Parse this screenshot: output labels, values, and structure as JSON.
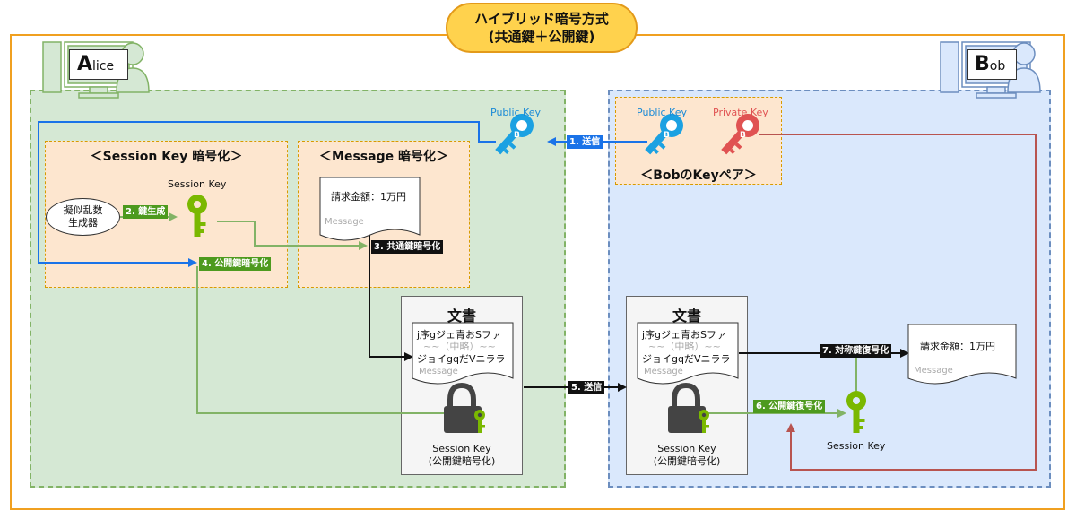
{
  "title": {
    "line1": "ハイブリッド暗号方式",
    "line2": "(共通鍵＋公開鍵)"
  },
  "actors": {
    "alice": {
      "initial": "A",
      "rest": "lice"
    },
    "bob": {
      "initial": "B",
      "rest": "ob"
    }
  },
  "boxes": {
    "session_key_encryption": "＜Session Key 暗号化＞",
    "message_encryption": "＜Message 暗号化＞",
    "bob_key_pair": "＜BobのKeyペア＞"
  },
  "labels": {
    "public_key_alice": "Public Key",
    "public_key_bob": "Public Key",
    "private_key": "Private Key",
    "session_key_top": "Session Key",
    "prng_line1": "擬似乱数",
    "prng_line2": "生成器",
    "session_key_bob": "Session Key",
    "locked_key_line1": "Session Key",
    "locked_key_line2": "(公開鍵暗号化)",
    "key_badge": "B"
  },
  "documents": {
    "plain_text": "請求金額：1万円",
    "message_caption": "Message",
    "doc_title": "文書",
    "cipher_line1": "j序gジェ青おSファ",
    "cipher_line2": "~~（中略）~~",
    "cipher_line3": "ジョイgqだVニララ"
  },
  "steps": {
    "s1": "1. 送信",
    "s2": "2. 鍵生成",
    "s3": "3. 共通鍵暗号化",
    "s4": "4. 公開鍵暗号化",
    "s5": "5. 送信",
    "s6": "6. 公開鍵復号化",
    "s7": "7. 対称鍵復号化"
  },
  "colors": {
    "frame": "#f0a020",
    "alice_zone": "#d5e8d4",
    "bob_zone": "#dae8fc",
    "public_key": "#1ba1e2",
    "private_key": "#e05252",
    "session_key": "#7ab800",
    "blue_arrow": "#1a73e8",
    "green_arrow": "#82b366",
    "red_arrow": "#b85450"
  }
}
